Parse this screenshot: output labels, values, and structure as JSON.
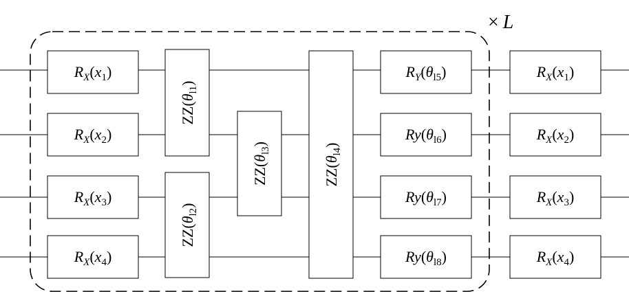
{
  "repeat_label": {
    "times": "×",
    "symbol": "L"
  },
  "gates": {
    "rx1": {
      "op": "R",
      "sub": "X",
      "open": "(",
      "arg": "x",
      "idx": "1",
      "close": ")"
    },
    "rx2": {
      "op": "R",
      "sub": "X",
      "open": "(",
      "arg": "x",
      "idx": "2",
      "close": ")"
    },
    "rx3": {
      "op": "R",
      "sub": "X",
      "open": "(",
      "arg": "x",
      "idx": "3",
      "close": ")"
    },
    "rx4": {
      "op": "R",
      "sub": "X",
      "open": "(",
      "arg": "x",
      "idx": "4",
      "close": ")"
    },
    "zz11": {
      "op": "ZZ",
      "open": "(",
      "arg": "θ",
      "idx": "l1",
      "close": ")"
    },
    "zz12": {
      "op": "ZZ",
      "open": "(",
      "arg": "θ",
      "idx": "l2",
      "close": ")"
    },
    "zz13": {
      "op": "ZZ",
      "open": "(",
      "arg": "θ",
      "idx": "l3",
      "close": ")"
    },
    "zz14": {
      "op": "ZZ",
      "open": "(",
      "arg": "θ",
      "idx": "l4",
      "close": ")"
    },
    "ry15": {
      "op": "R",
      "sub": "Y",
      "open": "(",
      "arg": "θ",
      "idx": "l5",
      "close": ")"
    },
    "ry16": {
      "op": "Ry",
      "open": "(",
      "arg": "θ",
      "idx": "l6",
      "close": ")"
    },
    "ry17": {
      "op": "Ry",
      "open": "(",
      "arg": "θ",
      "idx": "l7",
      "close": ")"
    },
    "ry18": {
      "op": "Ry",
      "open": "(",
      "arg": "θ",
      "idx": "l8",
      "close": ")"
    },
    "rx1b": {
      "op": "R",
      "sub": "X",
      "open": "(",
      "arg": "x",
      "idx": "1",
      "close": ")"
    },
    "rx2b": {
      "op": "R",
      "sub": "X",
      "open": "(",
      "arg": "x",
      "idx": "2",
      "close": ")"
    },
    "rx3b": {
      "op": "R",
      "sub": "X",
      "open": "(",
      "arg": "x",
      "idx": "3",
      "close": ")"
    },
    "rx4b": {
      "op": "R",
      "sub": "X",
      "open": "(",
      "arg": "x",
      "idx": "4",
      "close": ")"
    }
  }
}
